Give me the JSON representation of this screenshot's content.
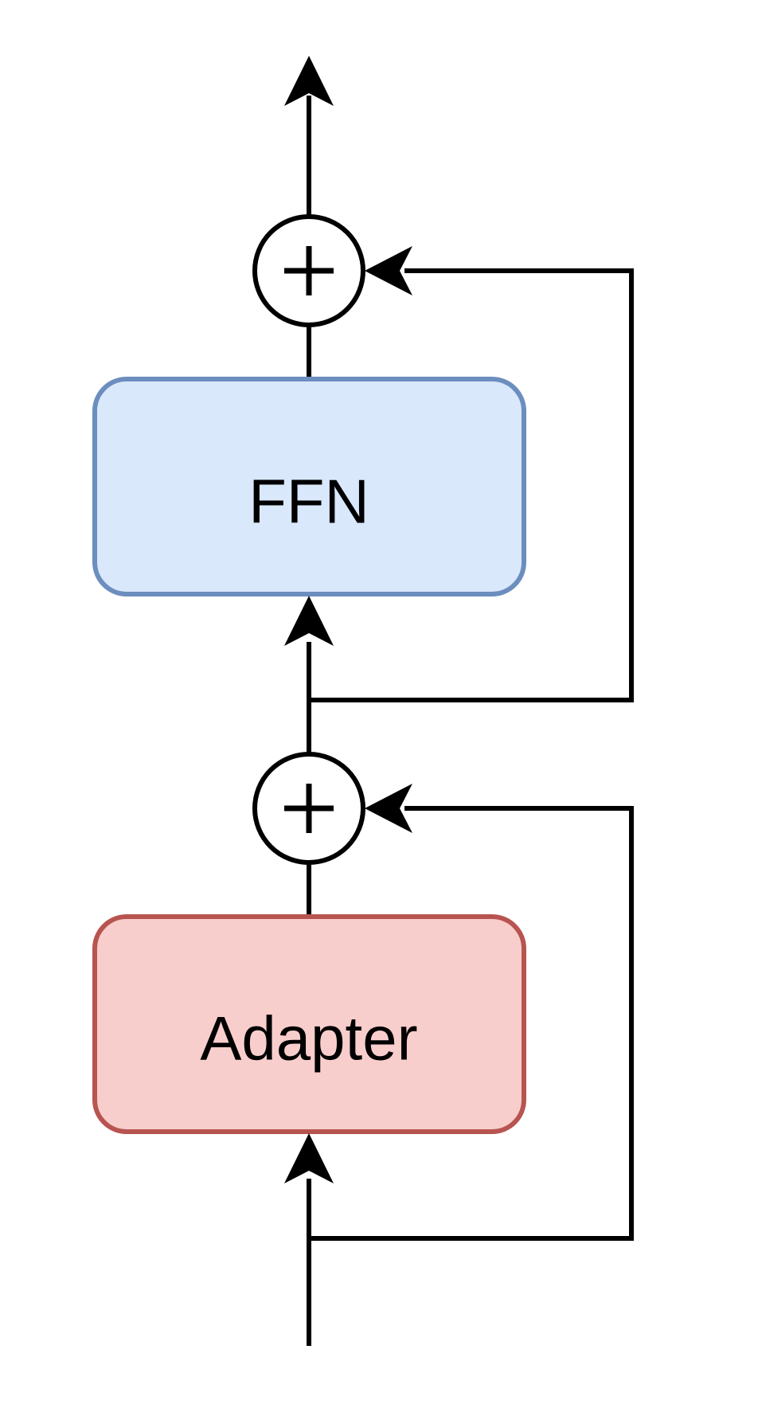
{
  "diagram": {
    "blocks": {
      "ffn": {
        "label": "FFN",
        "fill": "#dae8fc",
        "stroke": "#6c8ebf"
      },
      "adapter": {
        "label": "Adapter",
        "fill": "#f8cecc",
        "stroke": "#b85450"
      }
    },
    "add_nodes": [
      {
        "name": "upper-add",
        "symbol": "+"
      },
      {
        "name": "lower-add",
        "symbol": "+"
      }
    ],
    "colors": {
      "line": "#000000",
      "background": "#ffffff"
    }
  }
}
